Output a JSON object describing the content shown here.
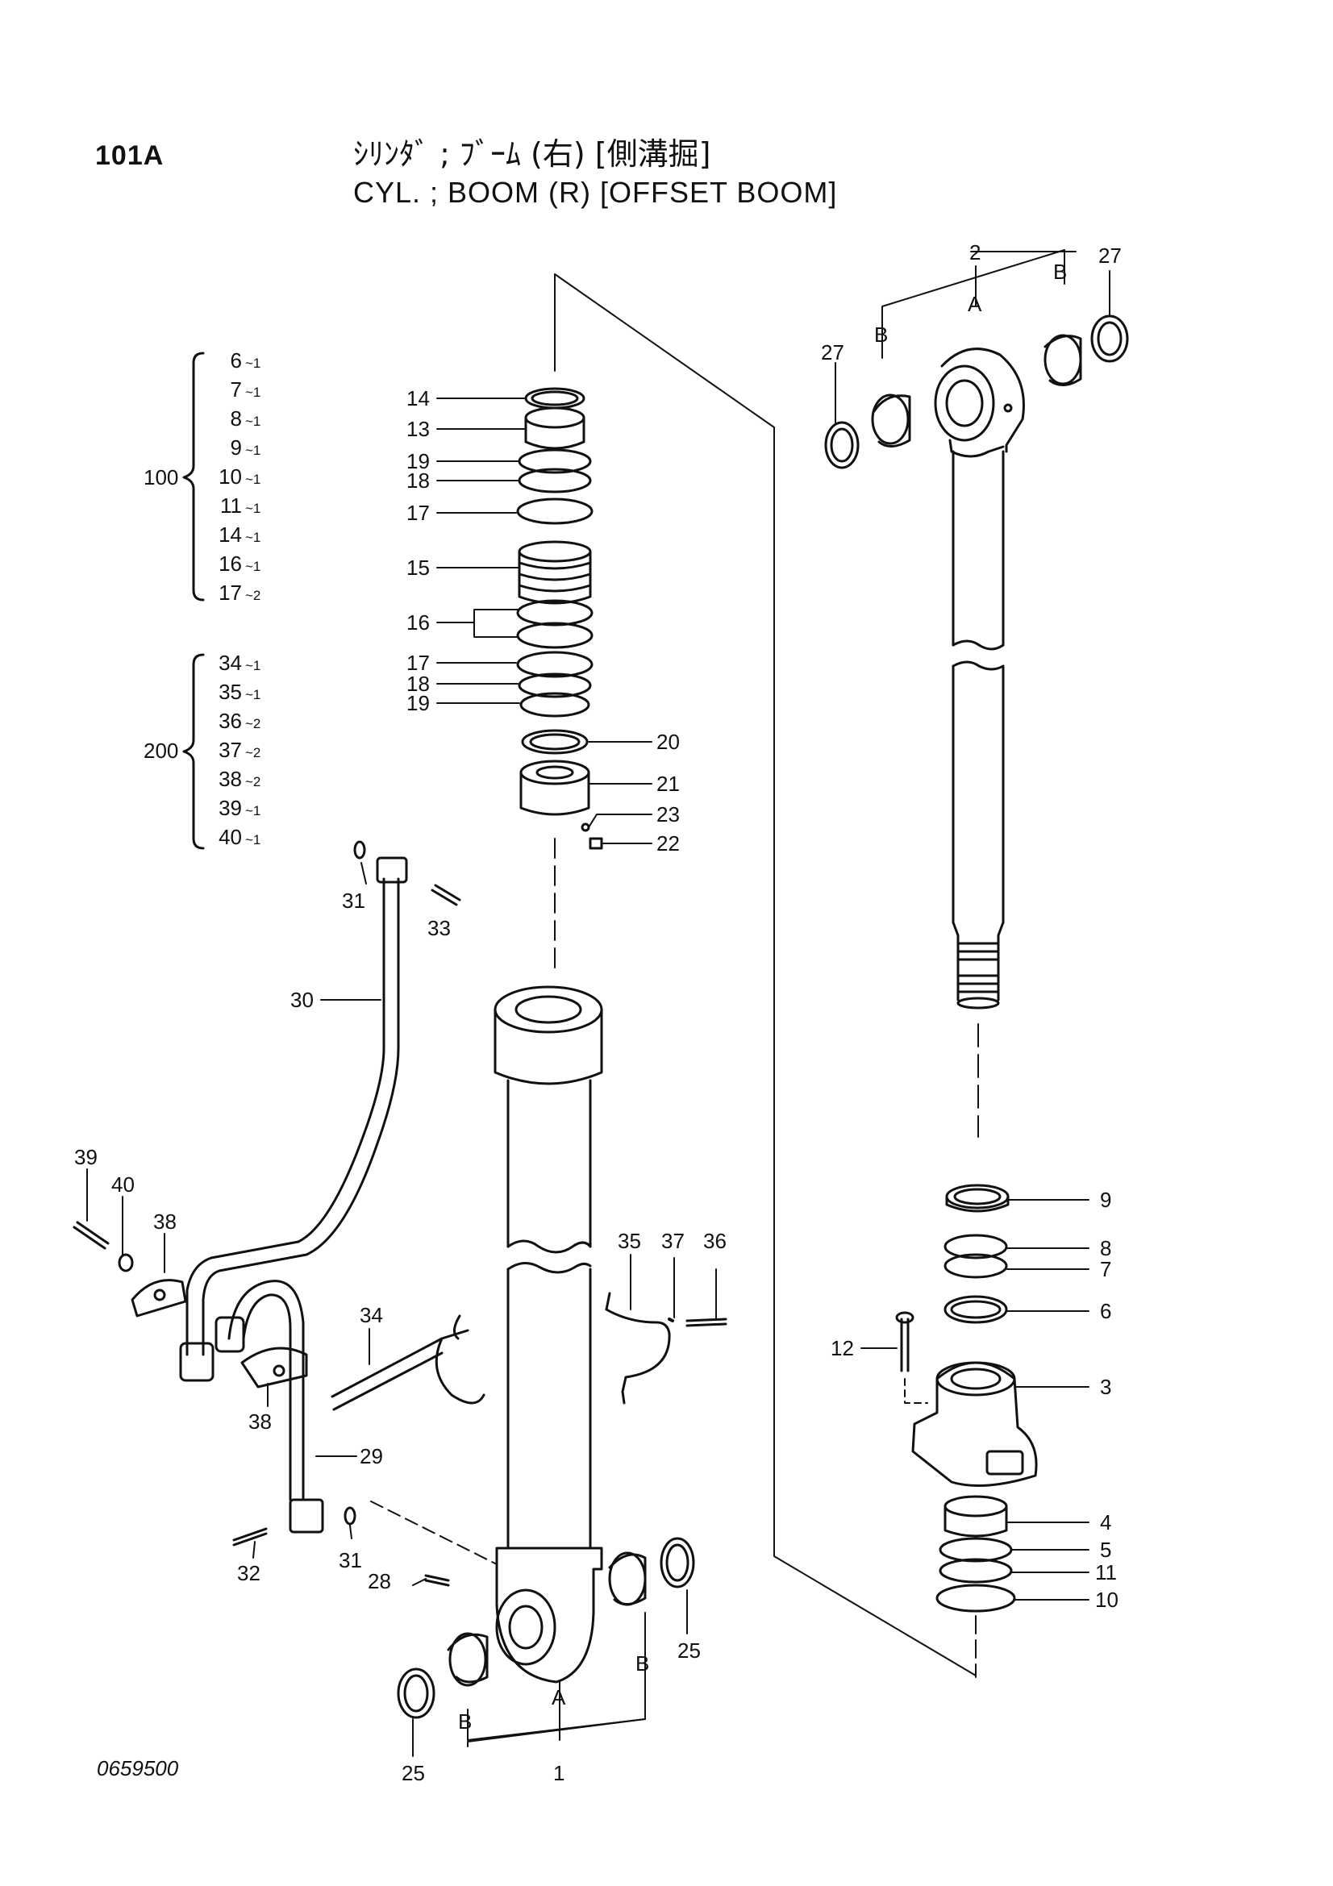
{
  "header": {
    "page_code": "101A",
    "title_jp": "ｼﾘﾝﾀﾞ ; ﾌﾞｰﾑ (右) [側溝掘]",
    "title_en": "CYL. ; BOOM (R) [OFFSET BOOM]"
  },
  "drawing_number": "0659500",
  "kits": [
    {
      "number": "100",
      "items": [
        {
          "part": "6",
          "qty": "1"
        },
        {
          "part": "7",
          "qty": "1"
        },
        {
          "part": "8",
          "qty": "1"
        },
        {
          "part": "9",
          "qty": "1"
        },
        {
          "part": "10",
          "qty": "1"
        },
        {
          "part": "11",
          "qty": "1"
        },
        {
          "part": "14",
          "qty": "1"
        },
        {
          "part": "16",
          "qty": "1"
        },
        {
          "part": "17",
          "qty": "2"
        }
      ]
    },
    {
      "number": "200",
      "items": [
        {
          "part": "34",
          "qty": "1"
        },
        {
          "part": "35",
          "qty": "1"
        },
        {
          "part": "36",
          "qty": "2"
        },
        {
          "part": "37",
          "qty": "2"
        },
        {
          "part": "38",
          "qty": "2"
        },
        {
          "part": "39",
          "qty": "1"
        },
        {
          "part": "40",
          "qty": "1"
        }
      ]
    }
  ],
  "callouts": {
    "c14": "14",
    "c13": "13",
    "c19a": "19",
    "c18a": "18",
    "c17a": "17",
    "c15": "15",
    "c16": "16",
    "c17b": "17",
    "c18b": "18",
    "c19b": "19",
    "c20": "20",
    "c21": "21",
    "c23": "23",
    "c22": "22",
    "c31a": "31",
    "c33": "33",
    "c30": "30",
    "c39": "39",
    "c40": "40",
    "c38a": "38",
    "c34": "34",
    "c35": "35",
    "c37": "37",
    "c36": "36",
    "c38b": "38",
    "c29": "29",
    "c31b": "31",
    "c32": "32",
    "c28": "28",
    "c25a": "25",
    "c25b": "25",
    "c1": "1",
    "cA1": "A",
    "cB1a": "B",
    "cB1b": "B",
    "c2": "2",
    "cA2": "A",
    "cB2a": "B",
    "cB2b": "B",
    "c27a": "27",
    "c27b": "27",
    "c9": "9",
    "c8": "8",
    "c7": "7",
    "c6": "6",
    "c12": "12",
    "c3": "3",
    "c4": "4",
    "c5": "5",
    "c11": "11",
    "c10": "10"
  }
}
